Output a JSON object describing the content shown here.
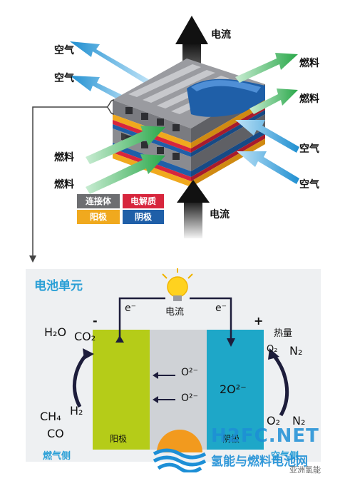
{
  "stack": {
    "labels": {
      "air": "空气",
      "fuel": "燃料",
      "current": "电流"
    },
    "legend": {
      "interconnect": "连接体",
      "electrolyte": "电解质",
      "anode": "阳极",
      "cathode": "阴极"
    }
  },
  "cell": {
    "title": "电池单元",
    "current": "电流",
    "electron": "e⁻",
    "minus": "-",
    "plus": "+",
    "anode": "阳极",
    "cathode": "阴极",
    "heat": "热量",
    "fuel_side": "燃气侧",
    "air_side": "空气侧",
    "species": {
      "h2o": "H₂O",
      "co2": "CO₂",
      "ch4": "CH₄",
      "h2": "H₂",
      "co": "CO",
      "o2": "O₂",
      "n2": "N₂",
      "o2minus": "O²⁻",
      "two_o2minus": "2O²⁻"
    }
  },
  "watermark": {
    "site": "H2FC.NET",
    "name": "氢能与燃料电池网",
    "account": "亚洲氢能"
  },
  "colors": {
    "interconnect": "#6d6e71",
    "electrolyte": "#d7263d",
    "anode": "#f0a91e",
    "cathode": "#1f5fa8",
    "air_arrow": "#1f8fd1",
    "fuel_arrow": "#2aa84a",
    "cell_anode": "#b5cc18",
    "cell_cathode": "#1ea7c8",
    "accent": "#2a9fd6"
  }
}
